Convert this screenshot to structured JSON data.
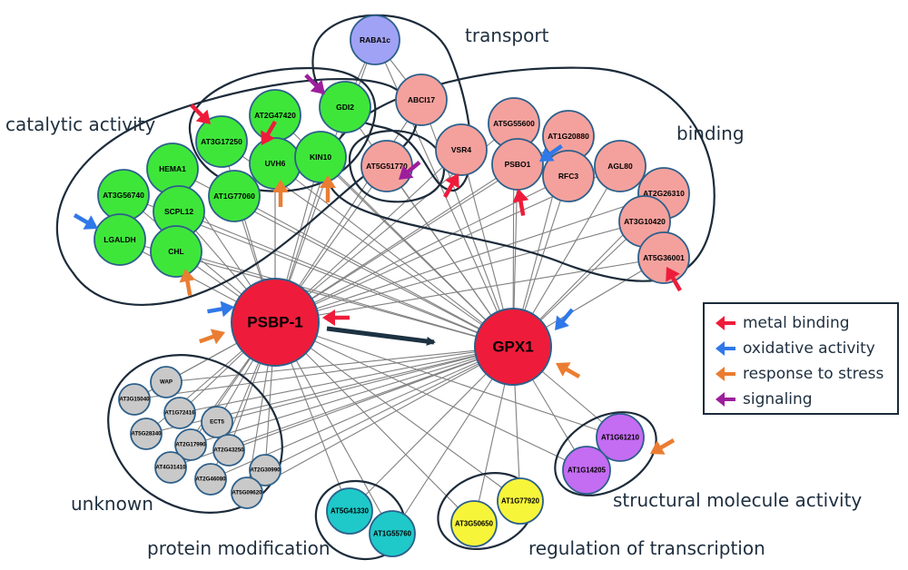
{
  "groups": {
    "catalytic": "catalytic activity",
    "transport": "transport",
    "binding": "binding",
    "unknown": "unknown",
    "protein_mod": "protein modification",
    "regulation": "regulation of  transcription",
    "structural": "structural molecule activity"
  },
  "hubs": {
    "psbp": "PSBP-1",
    "gpx": "GPX1"
  },
  "colors": {
    "catalytic": "#3ee63a",
    "transport": "#a0a2f5",
    "binding": "#f4a19d",
    "unknown": "#c9c9c9",
    "protein_mod": "#1fc9c9",
    "regulation": "#f7f53a",
    "structural": "#c46cf2",
    "hub": "#ee1c3a",
    "metal": "#ee1c3a",
    "oxidative": "#2f78e8",
    "stress": "#ea7d32",
    "signaling": "#9c1e9c"
  },
  "legend": {
    "metal": "metal binding",
    "oxidative": "oxidative activity",
    "stress": "response to stress",
    "signaling": "signaling"
  },
  "nodes": {
    "catalytic": [
      "GDI2",
      "AT3G17250",
      "AT2G47420",
      "UVH6",
      "KIN10",
      "HEMA1",
      "AT1G77060",
      "AT3G56740",
      "SCPL12",
      "LGALDH",
      "CHL"
    ],
    "transport": [
      "RABA1c"
    ],
    "binding": [
      "ABCI17",
      "AT5G55600",
      "AT1G20880",
      "VSR4",
      "PSBO1",
      "RFC3",
      "AGL80",
      "AT5G51770",
      "AT2G26310",
      "AT3G10420",
      "AT5G36001"
    ],
    "unknown": [
      "WAP",
      "AT3G15040",
      "AT1G72416",
      "ECT5",
      "AT5G28340",
      "AT2G17990",
      "AT2G43250",
      "AT4G31410",
      "AT2G46080",
      "AT2G30990",
      "AT5G09620"
    ],
    "protein_mod": [
      "AT5G41330",
      "AT1G55760"
    ],
    "regulation": [
      "AT1G77920",
      "AT3G50650"
    ],
    "structural": [
      "AT1G61210",
      "AT1G14205"
    ]
  }
}
